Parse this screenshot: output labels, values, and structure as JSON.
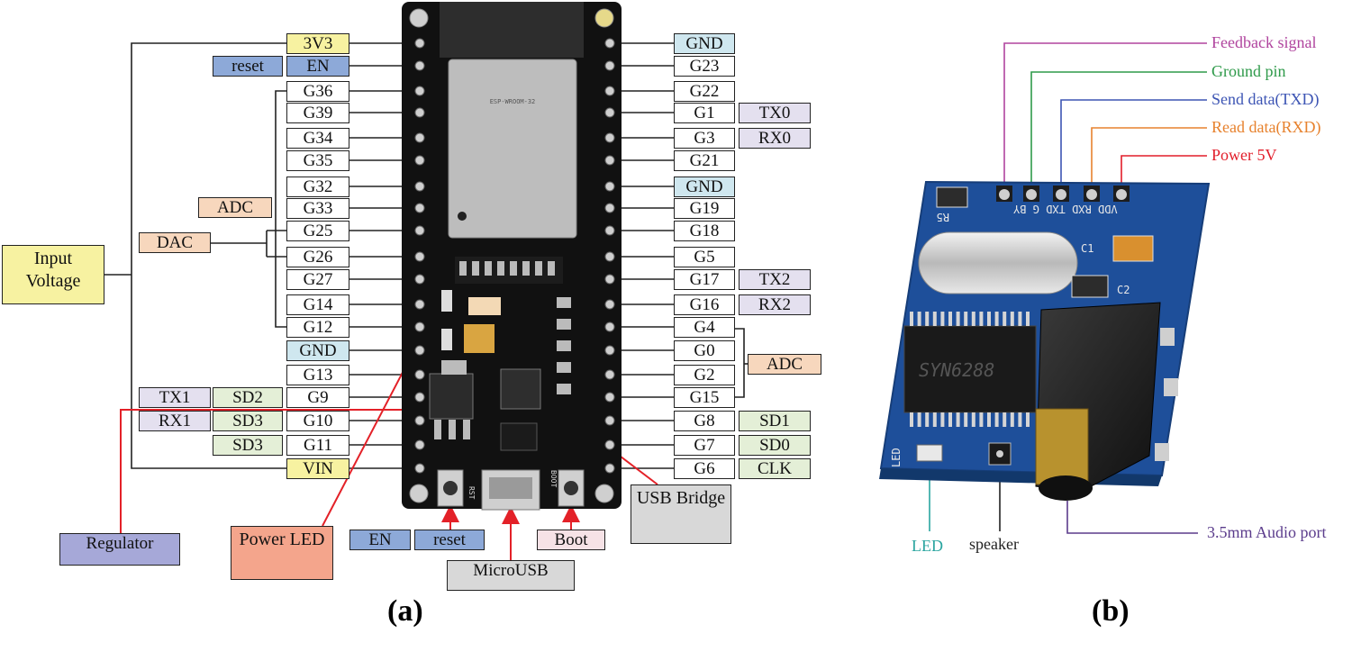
{
  "colors": {
    "yellow": "#f7f2a1",
    "blue": "#8da9d8",
    "white": "#ffffff",
    "peach": "#f7d7bd",
    "lightblue": "#cfe7ef",
    "lavender": "#e4e0ef",
    "green": "#e4efd7",
    "pink": "#f6e2e6",
    "salmon": "#f4a58c",
    "gray": "#d8d8d8",
    "regulator": "#a6a8d8",
    "red_arrow": "#e32128",
    "board_black": "#111111",
    "module_blue": "#1e4f9a"
  },
  "panel_a": {
    "caption": "(a)",
    "input_voltage": "Input Voltage",
    "left_pins": [
      "3V3",
      "EN",
      "G36",
      "G39",
      "G34",
      "G35",
      "G32",
      "G33",
      "G25",
      "G26",
      "G27",
      "G14",
      "G12",
      "GND",
      "G13",
      "G9",
      "G10",
      "G11",
      "VIN"
    ],
    "right_pins": [
      "GND",
      "G23",
      "G22",
      "G1",
      "G3",
      "G21",
      "GND",
      "G19",
      "G18",
      "G5",
      "G17",
      "G16",
      "G4",
      "G0",
      "G2",
      "G15",
      "G8",
      "G7",
      "G6"
    ],
    "reset_left": "reset",
    "adc_left": "ADC",
    "dac": "DAC",
    "tx1": "TX1",
    "rx1": "RX1",
    "sd2": "SD2",
    "sd3a": "SD3",
    "sd3b": "SD3",
    "tx0": "TX0",
    "rx0": "RX0",
    "tx2": "TX2",
    "rx2": "RX2",
    "adc_right": "ADC",
    "sd1": "SD1",
    "sd0": "SD0",
    "clk": "CLK",
    "regulator": "Regulator",
    "power_led": "Power LED",
    "en_bottom": "EN",
    "reset_bottom": "reset",
    "microusb": "MicroUSB",
    "boot": "Boot",
    "usb_bridge": "USB Bridge",
    "module_text": "ESP-WROOM-32",
    "button_rst": "RST",
    "button_boot": "BOOT"
  },
  "panel_b": {
    "caption": "(b)",
    "feedback": "Feedback signal",
    "ground": "Ground pin",
    "send": "Send data(TXD)",
    "read": "Read data(RXD)",
    "power": "Power 5V",
    "led": "LED",
    "speaker": "speaker",
    "audio": "3.5mm Audio port",
    "chip_text": "SYN6288",
    "silk_pins": "VDD RXD TXD G BY",
    "silk_r5": "R5",
    "silk_c1": "C1",
    "silk_c2": "C2",
    "silk_led": "LED",
    "ann_colors": {
      "feedback": "#b0449e",
      "ground": "#2e9a4a",
      "send": "#3d55b4",
      "read": "#e7822e",
      "power": "#e21d2a",
      "led": "#2aa5a0",
      "speaker": "#222222",
      "audio": "#5b3c8c"
    }
  }
}
